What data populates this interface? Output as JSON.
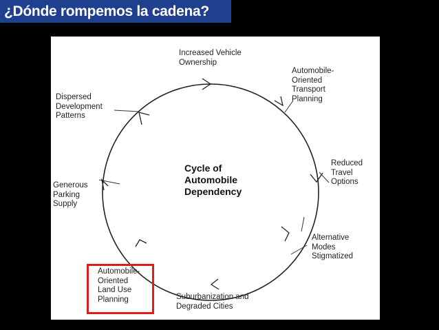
{
  "slide": {
    "title": "¿Dónde rompemos la cadena?",
    "title_bg": "#1f3f8f",
    "title_color": "#ffffff",
    "background": "#000000"
  },
  "diagram": {
    "center": "Cycle of\nAutomobile\nDependency",
    "nodes": [
      {
        "label": "Increased Vehicle\nOwnership"
      },
      {
        "label": "Automobile-\nOriented\nTransport\nPlanning"
      },
      {
        "label": "Reduced\nTravel\nOptions"
      },
      {
        "label": "Alternative\nModes\nStigmatized"
      },
      {
        "label": "Suburbanization and\nDegraded Cities"
      },
      {
        "label": "Automobile-\nOriented\nLand Use\nPlanning",
        "highlighted": true
      },
      {
        "label": "Generous\nParking\nSupply"
      },
      {
        "label": "Dispersed\nDevelopment\nPatterns"
      }
    ],
    "highlight_color": "#e01b1b"
  }
}
